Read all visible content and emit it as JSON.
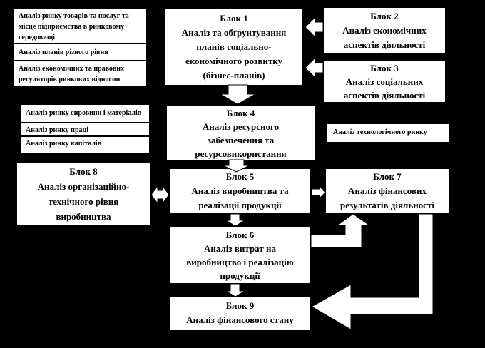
{
  "canvas": {
    "background_color": "#000000",
    "box_fill_color": "#ffffff",
    "text_color": "#000000",
    "arrow_fill_color": "#ffffff"
  },
  "market_env_group": {
    "items": [
      "Аналіз ринку товарів та послуг та\nмісце підприємства в ринковому\nсередовищі",
      "Аналіз планів різного рівня",
      "Аналіз економічних та правових\nрегуляторів ринкових відносин"
    ]
  },
  "resource_markets_group": {
    "items": [
      "Аналіз ринку сировини і матеріалів",
      "Аналіз ринку праці",
      "Аналіз ринку капіталів"
    ]
  },
  "tech_market_box": {
    "label": "Аналіз технологічного ринку"
  },
  "blocks": {
    "block1": {
      "title": "Блок 1",
      "body": "Аналіз та обґрунтування\nпланів соціально-\nекономічного розвитку\n(бізнес-планів)"
    },
    "block2": {
      "title": "Блок 2",
      "body": "Аналіз економічних\nаспектів діяльності"
    },
    "block3": {
      "title": "Блок 3",
      "body": "Аналіз соціальних\nаспектів діяльності"
    },
    "block4": {
      "title": "Блок 4",
      "body": "Аналіз ресурсного\nзабезпечення та\nресурсовикористання"
    },
    "block5": {
      "title": "Блок 5",
      "body": "Аналіз виробництва та\nреалізації продукції"
    },
    "block6": {
      "title": "Блок 6",
      "body": "Аналіз витрат на\nвиробництво і реалізацію\nпродукції"
    },
    "block7": {
      "title": "Блок 7",
      "body": "Аналіз фінансових\nрезультатів діяльності"
    },
    "block8": {
      "title": "Блок 8",
      "body": "Аналіз організаційно-\nтехнічного рівня\nвиробництва"
    },
    "block9": {
      "title": "Блок 9",
      "body": "Аналіз фінансового стану"
    }
  },
  "arrows": [
    "arrow-block2-to-block1",
    "arrow-block3-to-block1",
    "arrow-block1-to-block4",
    "arrow-block4-to-block5",
    "arrow-block8-block5-bidirectional",
    "arrow-block5-to-block7",
    "arrow-block5-to-block6",
    "arrow-block6-to-block7",
    "arrow-block6-to-block9",
    "arrow-block7-to-block9"
  ]
}
